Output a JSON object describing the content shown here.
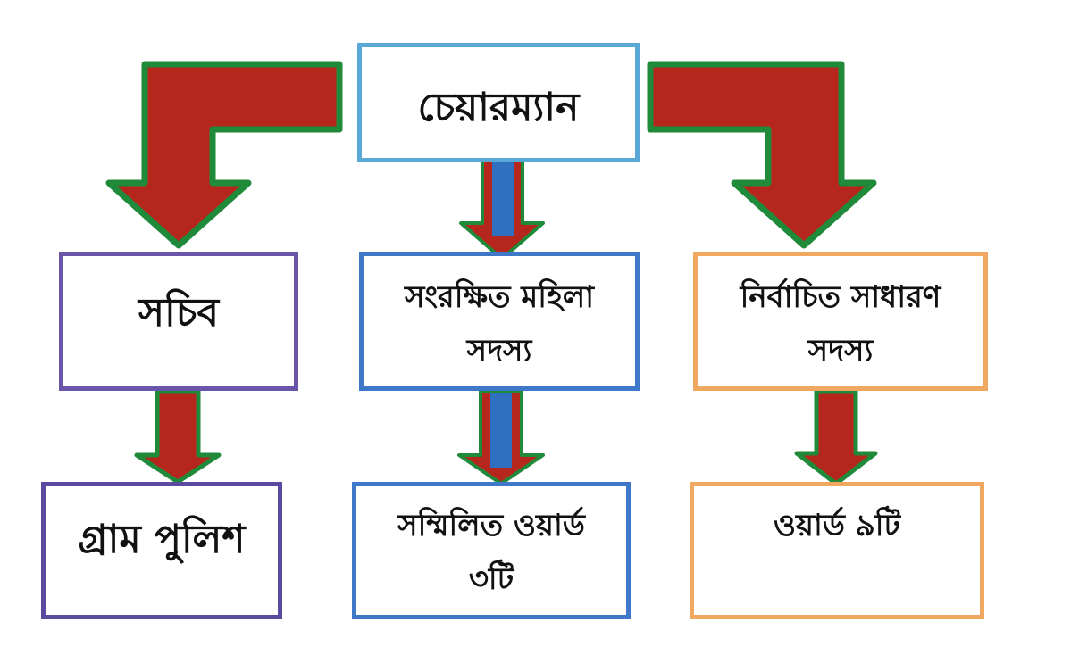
{
  "nodes": {
    "chairman": "চেয়ারম্যান",
    "secretary": "সচিব",
    "reserved_women_line1": "সংরক্ষিত মহিলা",
    "reserved_women_line2": "সদস্য",
    "elected_general_line1": "নির্বাচিত সাধারণ",
    "elected_general_line2": "সদস্য",
    "village_police": "গ্রাম পুলিশ",
    "combined_wards_line1": "সম্মিলিত ওয়ার্ড",
    "combined_wards_line2": "৩টি",
    "wards": "ওয়ার্ড ৯টি"
  },
  "colors": {
    "arrow_red": "#b5261c",
    "arrow_outline_green": "#1f8a3a",
    "arrow_center_blue": "#2f6fbf",
    "border_chairman": "#5aa8d6",
    "border_secretary": "#6b55a8",
    "border_reserved": "#3f78c8",
    "border_elected": "#f0a860",
    "border_police": "#5b4aa0",
    "border_combined": "#3f78c8",
    "border_wards": "#f0a860"
  }
}
